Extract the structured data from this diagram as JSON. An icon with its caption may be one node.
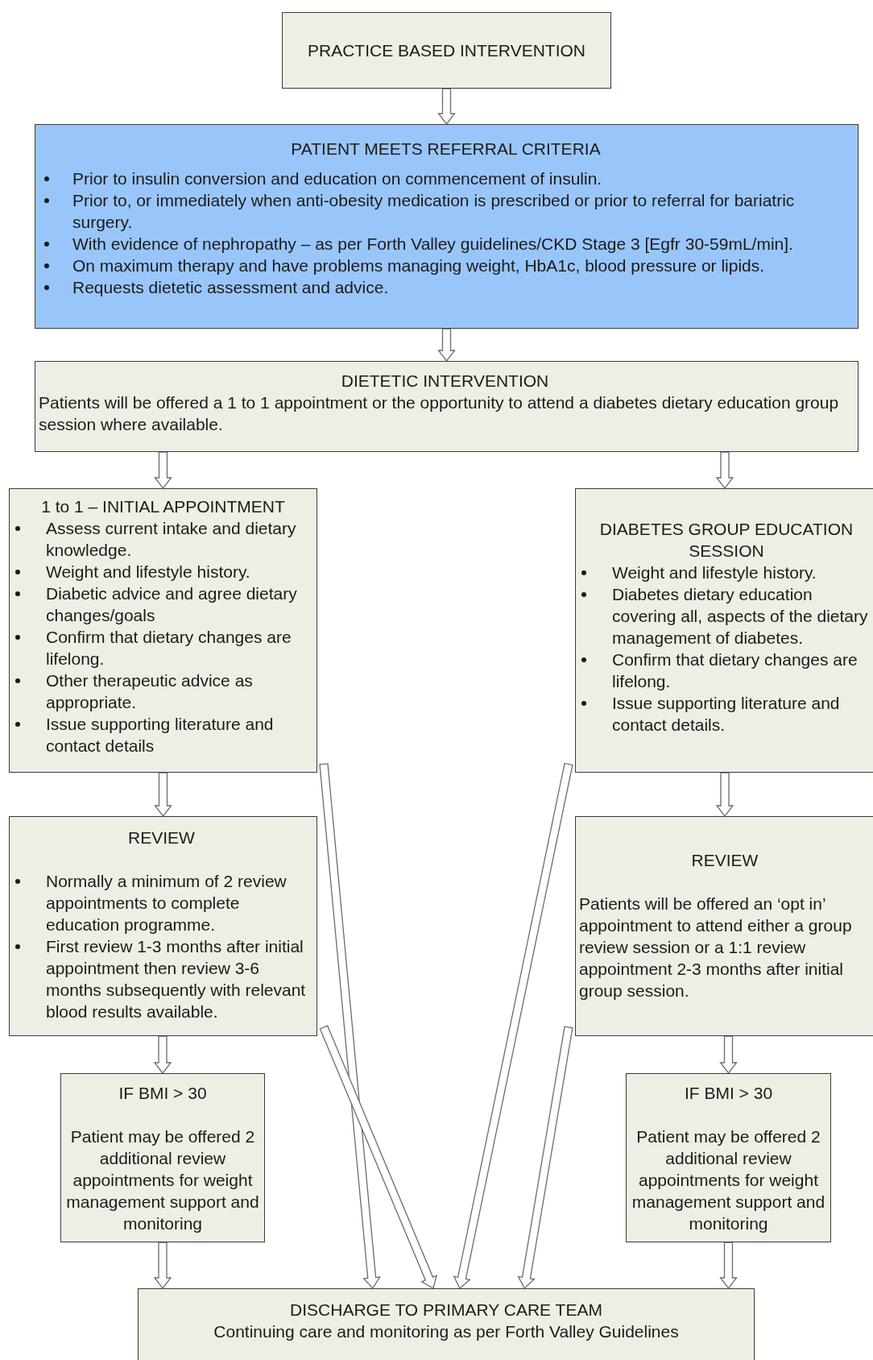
{
  "diagram": {
    "nodes": [
      {
        "text": [
          "PRACTICE BASED INTERVENTION"
        ]
      },
      {
        "text": [
          "PATIENT MEETS REFERRAL CRITERIA",
          "Prior to insulin conversion and education on commencement of insulin.",
          "Prior to, or immediately when anti-obesity medication is prescribed or prior to referral for bariatric surgery.",
          "With evidence of nephropathy – as per Forth Valley guidelines/CKD Stage 3 [Egfr 30-59mL/min].",
          "On maximum therapy and have problems managing weight, HbA1c, blood pressure or lipids.",
          "Requests dietetic assessment and advice."
        ]
      },
      {
        "text": [
          "DIETETIC INTERVENTION",
          "Patients will be offered a 1 to 1 appointment or the opportunity to attend a diabetes dietary education group session where available."
        ]
      },
      {
        "text": [
          "1 to 1 – INITIAL APPOINTMENT",
          "Assess current intake and dietary knowledge.",
          "Weight and lifestyle history.",
          "Diabetic advice and agree dietary changes/goals",
          "Confirm that dietary changes are lifelong.",
          "Other therapeutic advice as appropriate.",
          "Issue supporting literature and contact details"
        ]
      },
      {
        "text": [
          "DIABETES GROUP EDUCATION SESSION",
          "Weight and lifestyle history.",
          "Diabetes dietary education covering all, aspects of the dietary management of diabetes.",
          "Confirm that dietary changes are lifelong.",
          "Issue supporting literature and contact details."
        ]
      },
      {
        "text": [
          "REVIEW",
          "Normally a minimum of 2 review appointments to complete education programme.",
          "First review 1-3 months after initial appointment then review 3-6 months subsequently with relevant blood results available."
        ]
      },
      {
        "text": [
          "REVIEW",
          "Patients will be offered an ‘opt in’ appointment to attend either a group review session or a 1:1 review appointment 2-3 months after initial group session."
        ]
      },
      {
        "text": [
          "IF BMI > 30",
          "Patient may be offered 2 additional review appointments for weight management support and monitoring"
        ]
      },
      {
        "text": [
          "IF BMI > 30",
          "Patient may be offered 2 additional review appointments for weight management support and monitoring"
        ]
      },
      {
        "text": [
          "DISCHARGE TO PRIMARY CARE TEAM",
          "Continuing care and monitoring as per Forth Valley Guidelines"
        ]
      }
    ],
    "edges": [
      {
        "from": 0,
        "to": 1,
        "arrow": "to"
      },
      {
        "from": 1,
        "to": 2,
        "arrow": "to"
      },
      {
        "from": 2,
        "to": 3,
        "arrow": "to"
      },
      {
        "from": 2,
        "to": 4,
        "arrow": "to"
      },
      {
        "from": 3,
        "to": 5,
        "arrow": "to"
      },
      {
        "from": 4,
        "to": 6,
        "arrow": "to"
      },
      {
        "from": 5,
        "to": 7,
        "arrow": "to"
      },
      {
        "from": 6,
        "to": 8,
        "arrow": "to"
      },
      {
        "from": 7,
        "to": 9,
        "arrow": "to"
      },
      {
        "from": 3,
        "to": 9,
        "arrow": "to"
      },
      {
        "from": 5,
        "to": 9,
        "arrow": "to"
      },
      {
        "from": 4,
        "to": 9,
        "arrow": "to"
      },
      {
        "from": 6,
        "to": 9,
        "arrow": "to"
      },
      {
        "from": 8,
        "to": 9,
        "arrow": "to"
      }
    ]
  }
}
